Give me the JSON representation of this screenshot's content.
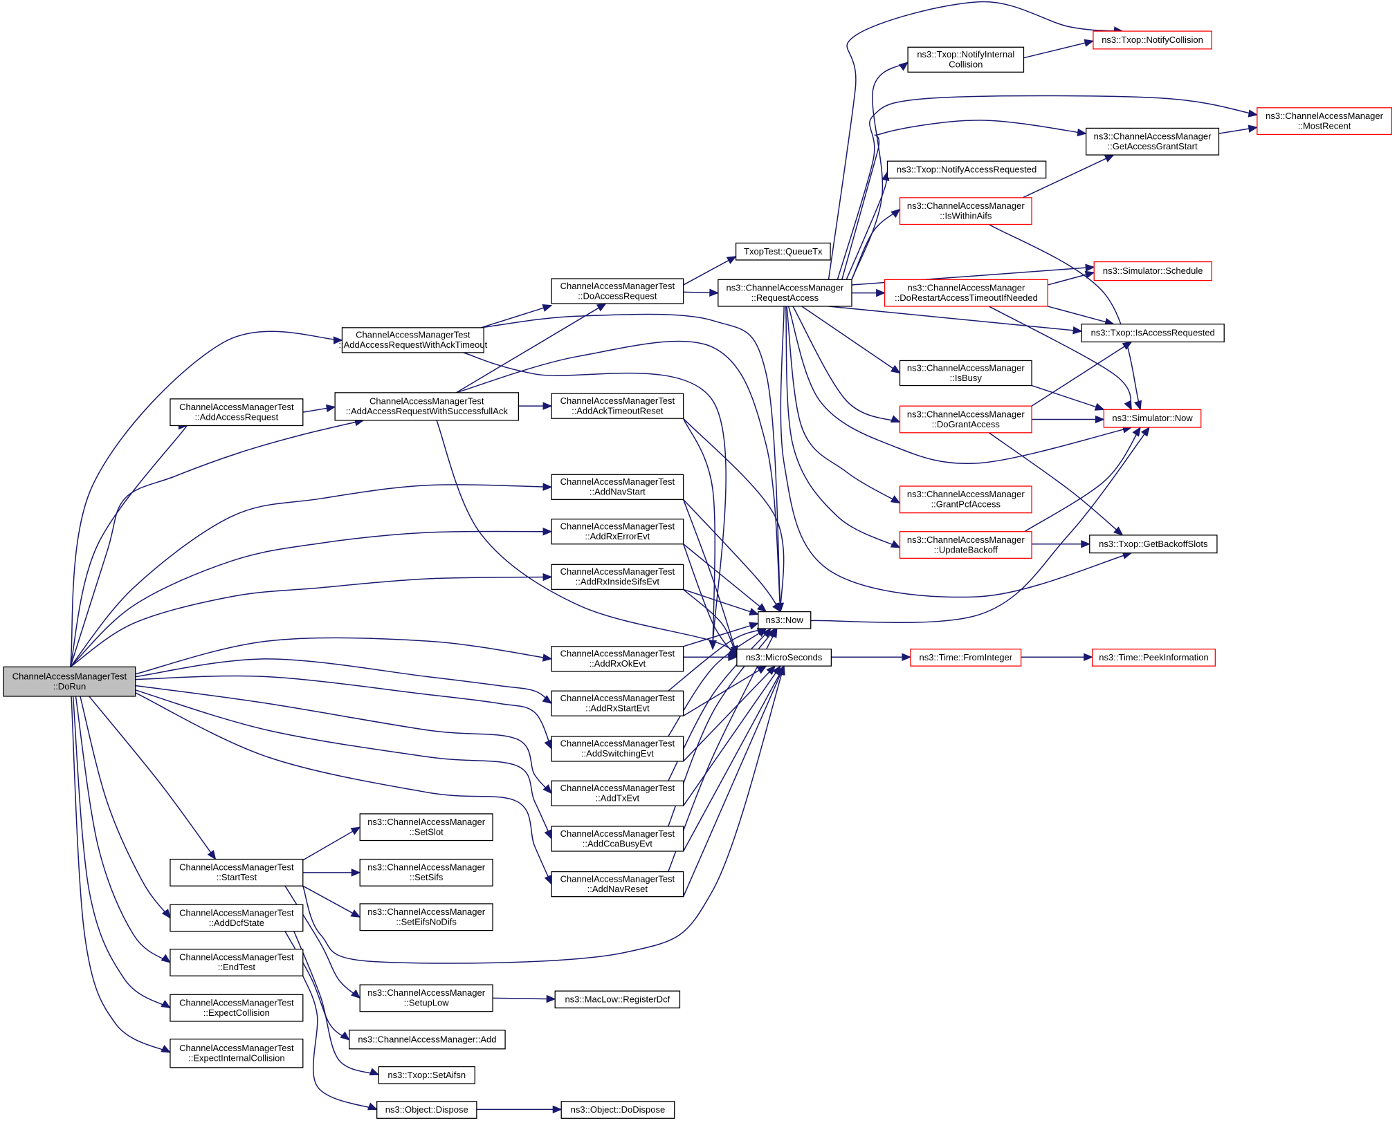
{
  "colors": {
    "edge": "#191970",
    "node_border": "#000000",
    "node_border_truncated": "#ff0000",
    "root_fill": "#bfbfbf",
    "node_fill": "#ffffff"
  },
  "nodes": [
    {
      "id": "dorun",
      "lines": [
        "ChannelAccessManagerTest",
        "::DoRun"
      ],
      "style": "root"
    },
    {
      "id": "arwat",
      "lines": [
        "ChannelAccessManagerTest",
        "::AddAccessRequestWithAckTimeout"
      ],
      "style": "normal"
    },
    {
      "id": "aar",
      "lines": [
        "ChannelAccessManagerTest",
        "::AddAccessRequest"
      ],
      "style": "normal"
    },
    {
      "id": "arwsa",
      "lines": [
        "ChannelAccessManagerTest",
        "::AddAccessRequestWithSuccessfullAck"
      ],
      "style": "normal"
    },
    {
      "id": "doaccess",
      "lines": [
        "ChannelAccessManagerTest",
        "::DoAccessRequest"
      ],
      "style": "normal"
    },
    {
      "id": "acktr",
      "lines": [
        "ChannelAccessManagerTest",
        "::AddAckTimeoutReset"
      ],
      "style": "normal"
    },
    {
      "id": "navstart",
      "lines": [
        "ChannelAccessManagerTest",
        "::AddNavStart"
      ],
      "style": "normal"
    },
    {
      "id": "rxerr",
      "lines": [
        "ChannelAccessManagerTest",
        "::AddRxErrorEvt"
      ],
      "style": "normal"
    },
    {
      "id": "rxsifs",
      "lines": [
        "ChannelAccessManagerTest",
        "::AddRxInsideSifsEvt"
      ],
      "style": "normal"
    },
    {
      "id": "rxok",
      "lines": [
        "ChannelAccessManagerTest",
        "::AddRxOkEvt"
      ],
      "style": "normal"
    },
    {
      "id": "rxstart",
      "lines": [
        "ChannelAccessManagerTest",
        "::AddRxStartEvt"
      ],
      "style": "normal"
    },
    {
      "id": "switching",
      "lines": [
        "ChannelAccessManagerTest",
        "::AddSwitchingEvt"
      ],
      "style": "normal"
    },
    {
      "id": "txevt",
      "lines": [
        "ChannelAccessManagerTest",
        "::AddTxEvt"
      ],
      "style": "normal"
    },
    {
      "id": "ccabusy",
      "lines": [
        "ChannelAccessManagerTest",
        "::AddCcaBusyEvt"
      ],
      "style": "normal"
    },
    {
      "id": "navreset",
      "lines": [
        "ChannelAccessManagerTest",
        "::AddNavReset"
      ],
      "style": "normal"
    },
    {
      "id": "starttest",
      "lines": [
        "ChannelAccessManagerTest",
        "::StartTest"
      ],
      "style": "normal"
    },
    {
      "id": "dcfstate",
      "lines": [
        "ChannelAccessManagerTest",
        "::AddDcfState"
      ],
      "style": "normal"
    },
    {
      "id": "endtest",
      "lines": [
        "ChannelAccessManagerTest",
        "::EndTest"
      ],
      "style": "normal"
    },
    {
      "id": "expcoll",
      "lines": [
        "ChannelAccessManagerTest",
        "::ExpectCollision"
      ],
      "style": "normal"
    },
    {
      "id": "expintcoll",
      "lines": [
        "ChannelAccessManagerTest",
        "::ExpectInternalCollision"
      ],
      "style": "normal"
    },
    {
      "id": "setslot",
      "lines": [
        "ns3::ChannelAccessManager",
        "::SetSlot"
      ],
      "style": "normal"
    },
    {
      "id": "setsifs",
      "lines": [
        "ns3::ChannelAccessManager",
        "::SetSifs"
      ],
      "style": "normal"
    },
    {
      "id": "seteifs",
      "lines": [
        "ns3::ChannelAccessManager",
        "::SetEifsNoDifs"
      ],
      "style": "normal"
    },
    {
      "id": "setuplow",
      "lines": [
        "ns3::ChannelAccessManager",
        "::SetupLow"
      ],
      "style": "normal"
    },
    {
      "id": "camadd",
      "lines": [
        "ns3::ChannelAccessManager::Add"
      ],
      "style": "normal"
    },
    {
      "id": "setaifsn",
      "lines": [
        "ns3::Txop::SetAifsn"
      ],
      "style": "normal"
    },
    {
      "id": "dispose",
      "lines": [
        "ns3::Object::Dispose"
      ],
      "style": "normal"
    },
    {
      "id": "dodispose",
      "lines": [
        "ns3::Object::DoDispose"
      ],
      "style": "normal"
    },
    {
      "id": "regdcf",
      "lines": [
        "ns3::MacLow::RegisterDcf"
      ],
      "style": "normal"
    },
    {
      "id": "queuetx",
      "lines": [
        "TxopTest::QueueTx"
      ],
      "style": "normal"
    },
    {
      "id": "reqaccess",
      "lines": [
        "ns3::ChannelAccessManager",
        "::RequestAccess"
      ],
      "style": "normal"
    },
    {
      "id": "now",
      "lines": [
        "ns3::Now"
      ],
      "style": "normal"
    },
    {
      "id": "micro",
      "lines": [
        "ns3::MicroSeconds"
      ],
      "style": "normal"
    },
    {
      "id": "fromint",
      "lines": [
        "ns3::Time::FromInteger"
      ],
      "style": "red"
    },
    {
      "id": "peekinfo",
      "lines": [
        "ns3::Time::PeekInformation"
      ],
      "style": "red"
    },
    {
      "id": "notifyint",
      "lines": [
        "ns3::Txop::NotifyInternal",
        "Collision"
      ],
      "style": "normal"
    },
    {
      "id": "notifycoll",
      "lines": [
        "ns3::Txop::NotifyCollision"
      ],
      "style": "red"
    },
    {
      "id": "mostrecent",
      "lines": [
        "ns3::ChannelAccessManager",
        "::MostRecent"
      ],
      "style": "red"
    },
    {
      "id": "getgrant",
      "lines": [
        "ns3::ChannelAccessManager",
        "::GetAccessGrantStart"
      ],
      "style": "normal"
    },
    {
      "id": "notifyreq",
      "lines": [
        "ns3::Txop::NotifyAccessRequested"
      ],
      "style": "normal"
    },
    {
      "id": "iswithin",
      "lines": [
        "ns3::ChannelAccessManager",
        "::IsWithinAifs"
      ],
      "style": "red"
    },
    {
      "id": "schedule",
      "lines": [
        "ns3::Simulator::Schedule"
      ],
      "style": "red"
    },
    {
      "id": "dorestart",
      "lines": [
        "ns3::ChannelAccessManager",
        "::DoRestartAccessTimeoutIfNeeded"
      ],
      "style": "red"
    },
    {
      "id": "isaccreq",
      "lines": [
        "ns3::Txop::IsAccessRequested"
      ],
      "style": "normal"
    },
    {
      "id": "isbusy",
      "lines": [
        "ns3::ChannelAccessManager",
        "::IsBusy"
      ],
      "style": "normal"
    },
    {
      "id": "simnow",
      "lines": [
        "ns3::Simulator::Now"
      ],
      "style": "red"
    },
    {
      "id": "dogrant",
      "lines": [
        "ns3::ChannelAccessManager",
        "::DoGrantAccess"
      ],
      "style": "red"
    },
    {
      "id": "grantpcf",
      "lines": [
        "ns3::ChannelAccessManager",
        "::GrantPcfAccess"
      ],
      "style": "red"
    },
    {
      "id": "updatebackoff",
      "lines": [
        "ns3::ChannelAccessManager",
        "::UpdateBackoff"
      ],
      "style": "red"
    },
    {
      "id": "getbackoff",
      "lines": [
        "ns3::Txop::GetBackoffSlots"
      ],
      "style": "normal"
    }
  ]
}
